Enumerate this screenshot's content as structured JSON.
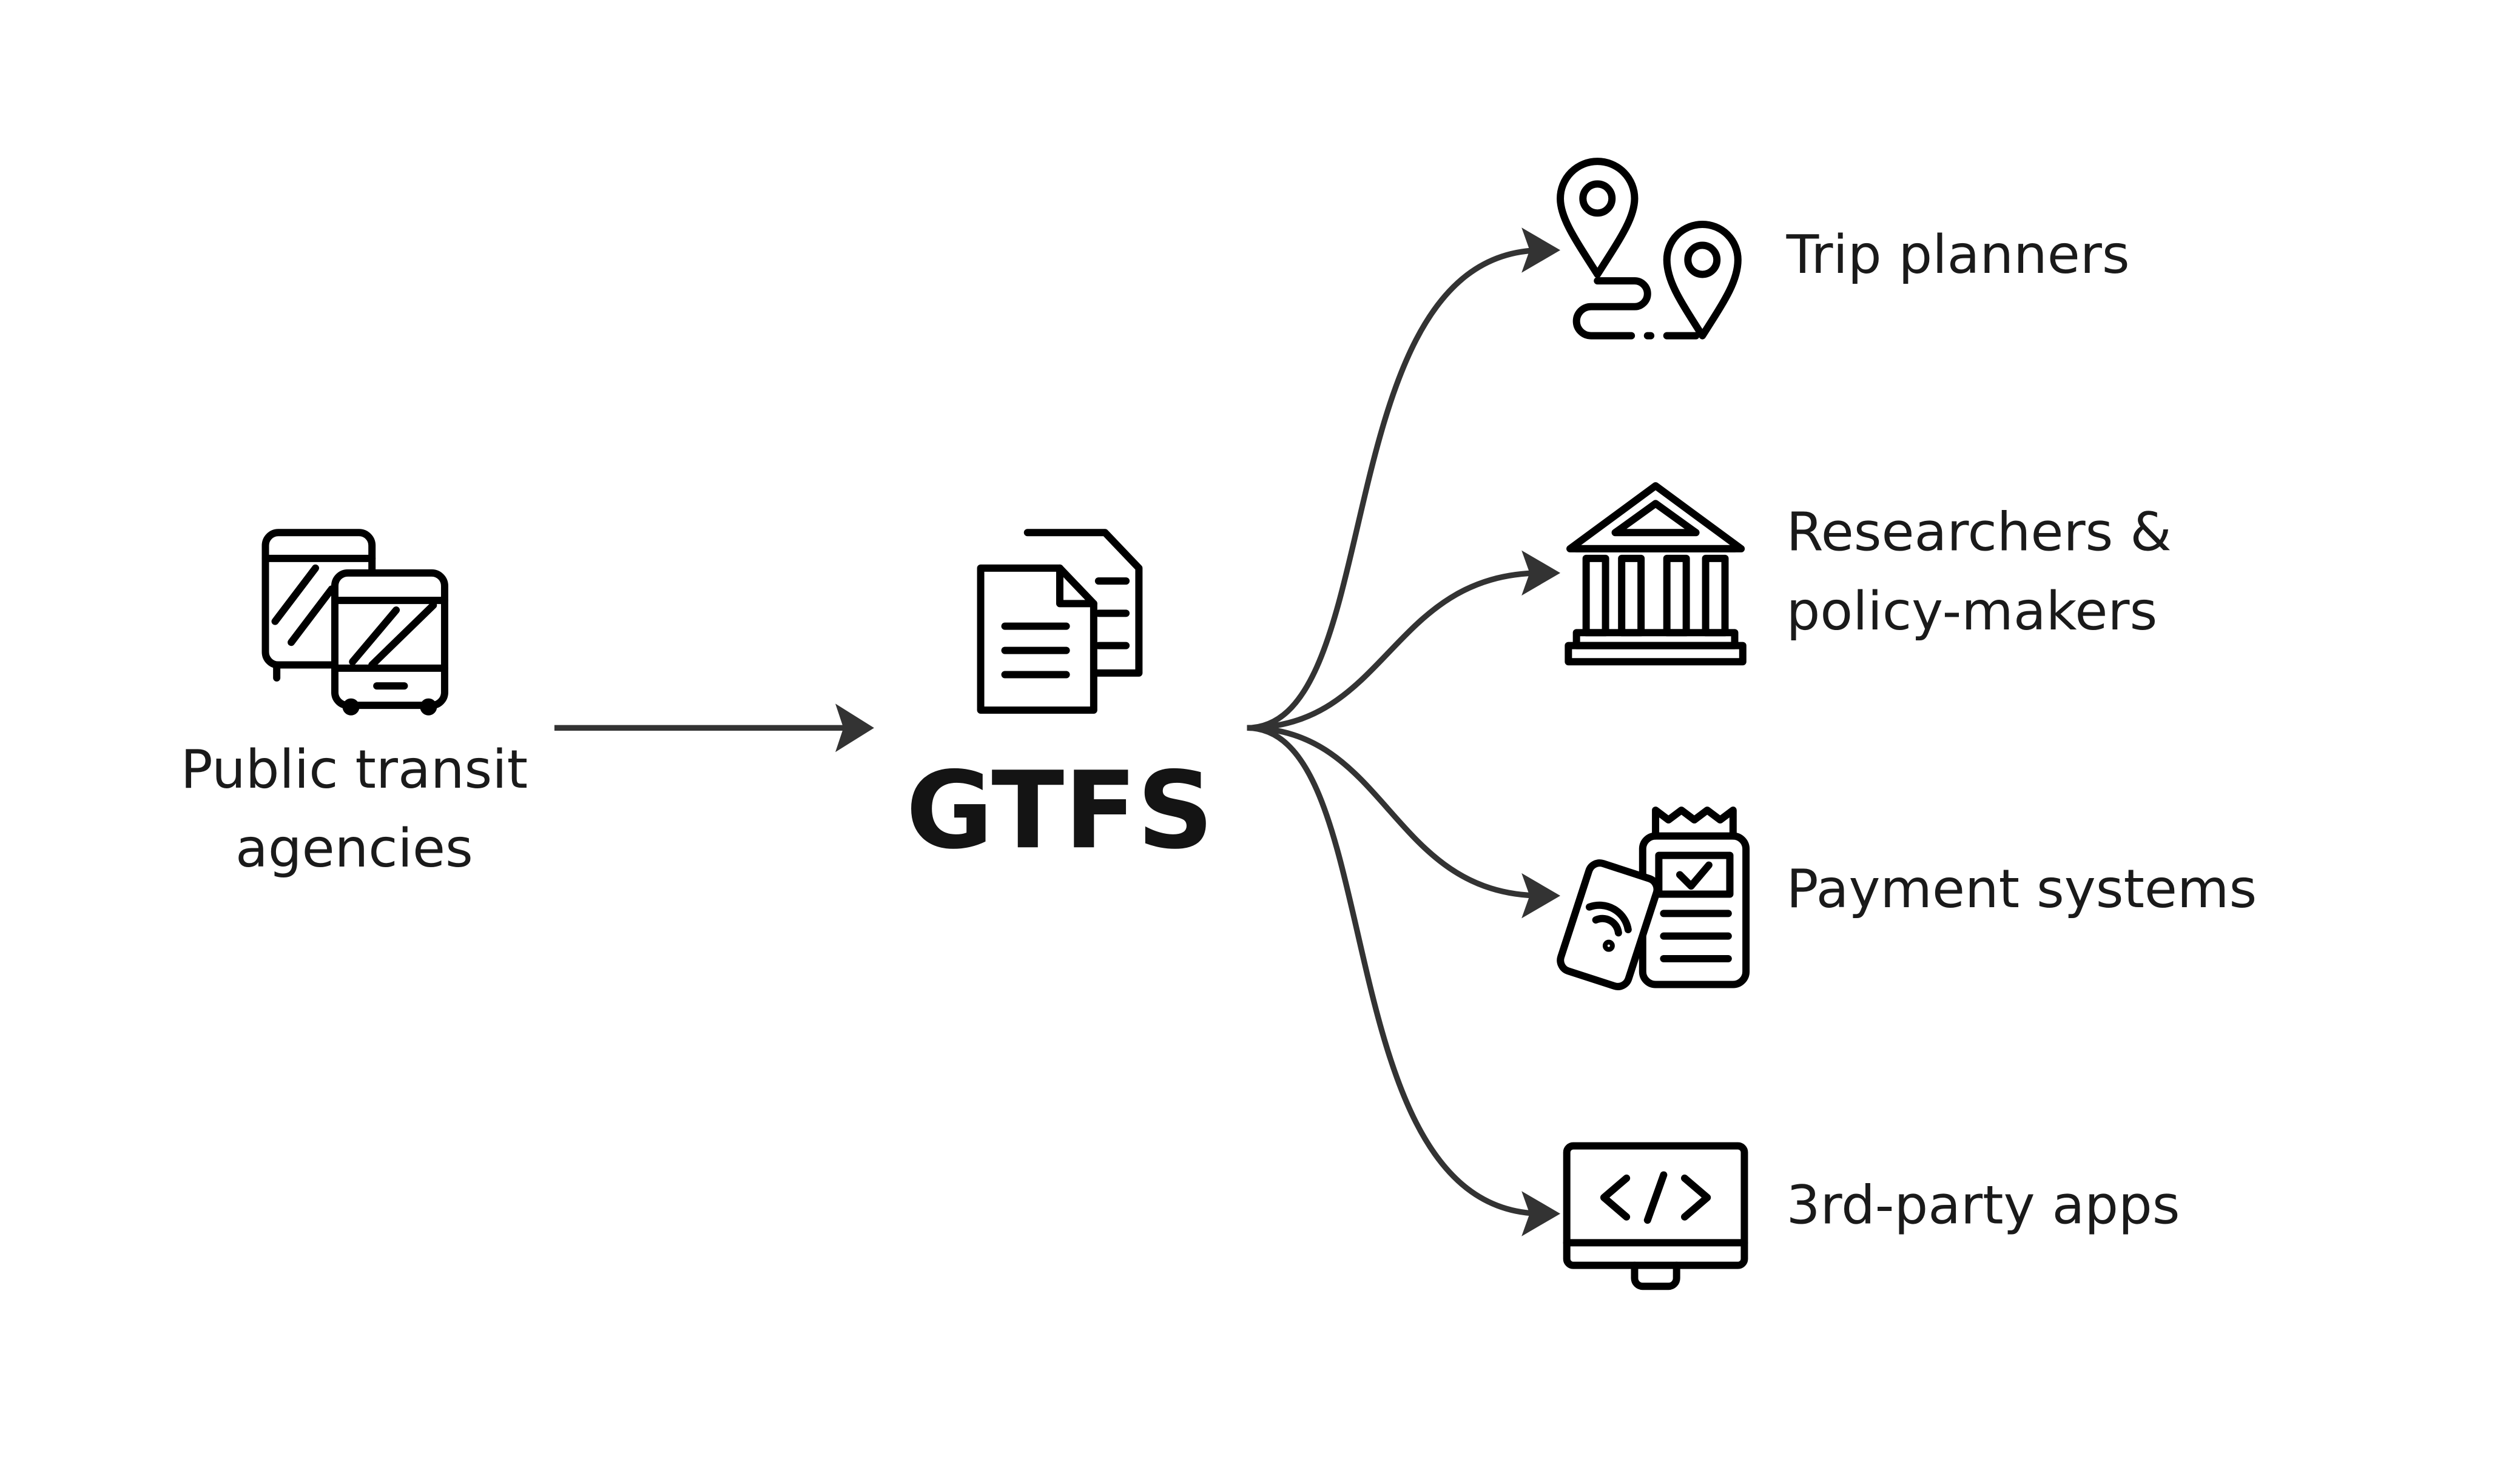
{
  "source": {
    "label_line1": "Public transit",
    "label_line2": "agencies",
    "icon": "buses-icon"
  },
  "hub": {
    "label": "GTFS",
    "icon": "documents-icon"
  },
  "consumers": [
    {
      "label_line1": "Trip planners",
      "icon": "map-pins-route-icon"
    },
    {
      "label_line1": "Researchers &",
      "label_line2": "policy-makers",
      "icon": "government-building-icon"
    },
    {
      "label_line1": "Payment systems",
      "icon": "payment-terminal-icon"
    },
    {
      "label_line1": "3rd-party apps",
      "icon": "code-monitor-icon"
    }
  ],
  "colors": {
    "text": "#1a1a1a",
    "arrow": "#333333",
    "background": "#ffffff"
  }
}
